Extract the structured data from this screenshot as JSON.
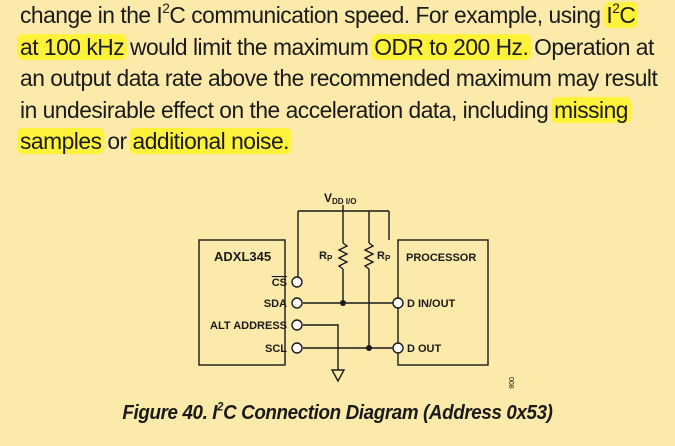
{
  "paragraph": {
    "l1_a": "change in the I",
    "l1_sup": "2",
    "l1_b": "C communication speed. For example, using ",
    "l1_hl_a": "I",
    "l1_hl_sup": "2",
    "l1_hl_b": "C",
    "l2_hl_a": "at 100 kHz",
    "l2_b": " would limit the maximum ",
    "l2_hl_c": "ODR to 200 Hz.",
    "l2_d": " Operation at",
    "l3": "an output data rate above the recommended maximum may result",
    "l4_a": "in undesirable effect on the acceleration data, including ",
    "l4_hl": "missing",
    "l5_hl_a": "samples",
    "l5_b": " or ",
    "l5_hl_c": "additional noise."
  },
  "diagram": {
    "vdd_main": "V",
    "vdd_sub": "DD I/O",
    "chip_label": "ADXL345",
    "processor_label": "PROCESSOR",
    "rp_main": "R",
    "rp_sub": "P",
    "pins": {
      "cs": "CS",
      "sda": "SDA",
      "alt_address": "ALT ADDRESS",
      "scl": "SCL",
      "d_in_out": "D IN/OUT",
      "d_out": "D OUT"
    },
    "figure_code": "008"
  },
  "caption": {
    "a": "Figure 40. I",
    "sup": "2",
    "b": "C Connection Diagram (Address 0x53)"
  }
}
